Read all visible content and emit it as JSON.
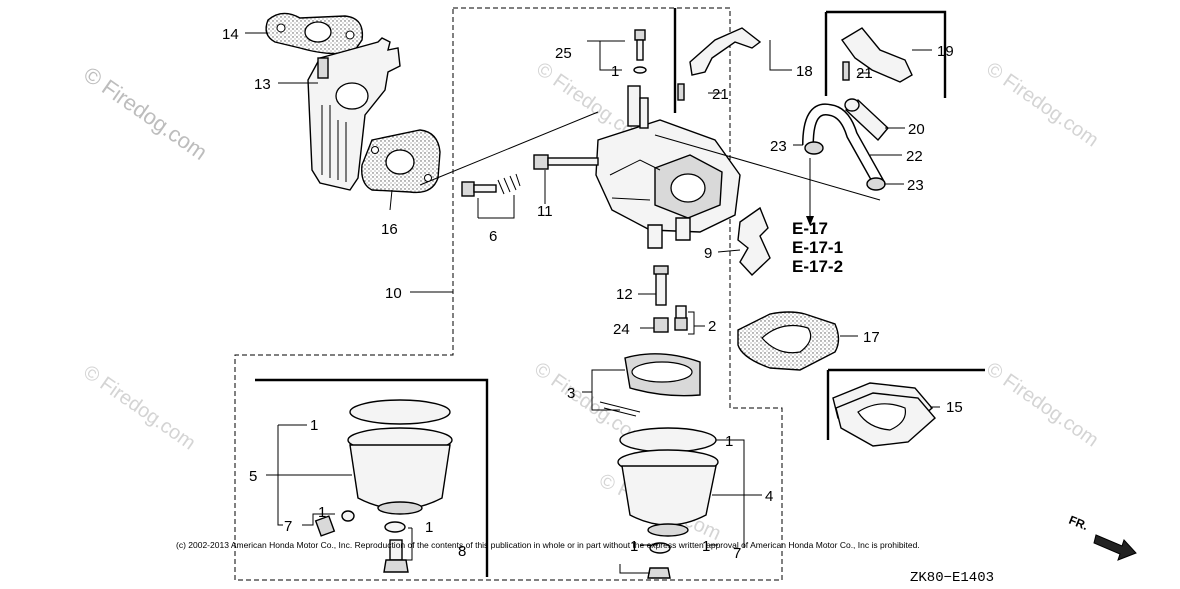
{
  "watermarks": [
    "© Firedog.com",
    "© Firedog.com",
    "© Firedog.com",
    "© Firedog.com",
    "© Firedog.com",
    "© Firedog.com",
    "© Firedog.com"
  ],
  "part_labels": {
    "p1_a": "1",
    "p1_b": "1",
    "p1_c": "1",
    "p1_d": "1",
    "p1_e": "1",
    "p1_f": "1",
    "p1_g": "1",
    "p2": "2",
    "p3": "3",
    "p4": "4",
    "p5": "5",
    "p6": "6",
    "p7_a": "7",
    "p7_b": "7",
    "p8": "8",
    "p9": "9",
    "p10": "10",
    "p11": "11",
    "p12": "12",
    "p13": "13",
    "p14": "14",
    "p15": "15",
    "p16": "16",
    "p17": "17",
    "p18": "18",
    "p19": "19",
    "p20": "20",
    "p21_a": "21",
    "p21_b": "21",
    "p22": "22",
    "p23_a": "23",
    "p23_b": "23",
    "p24": "24",
    "p25": "25"
  },
  "references": [
    "E-17",
    "E-17-1",
    "E-17-2"
  ],
  "copyright_note": "(c) 2002-2013 American Honda Motor Co., Inc. Reproduction of the contents of this publication in whole or in part without the express written approval of American Honda Motor Co., Inc is prohibited.",
  "diagram_code": "ZK80−E1403",
  "front_marker": "FR."
}
